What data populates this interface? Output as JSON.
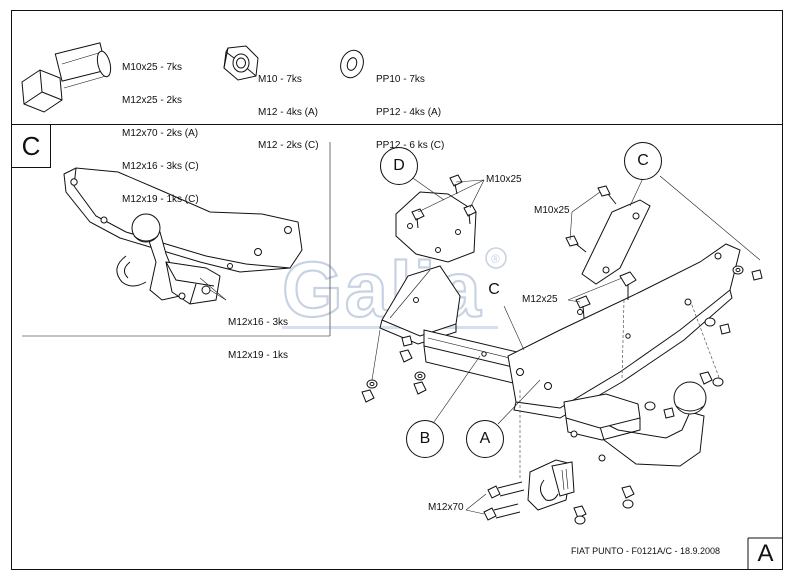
{
  "legend": {
    "bolt": [
      "M10x25 - 7ks",
      "M12x25 - 2ks",
      "M12x70 - 2ks (A)",
      "M12x16 - 3ks (C)",
      "M12x19 - 1ks (C)"
    ],
    "nut": [
      "M10 - 7ks",
      "M12 - 4ks (A)",
      "M12 - 2ks (C)"
    ],
    "washer": [
      "PP10 - 7ks",
      "PP12 - 4ks (A)",
      "PP12 - 6 ks (C)"
    ]
  },
  "inset": {
    "corner_letter": "C",
    "callout": [
      "M12x16 - 3ks",
      "M12x19 - 1ks"
    ]
  },
  "main": {
    "parts": {
      "A": "A",
      "B": "B",
      "C1": "C",
      "C2": "C",
      "D": "D"
    },
    "callouts": {
      "m10x25_top": "M10x25",
      "m10x25_side": "M10x25",
      "m12x25": "M12x25",
      "m12x70": "M12x70"
    },
    "watermark": "Galia",
    "watermark_mark": "®"
  },
  "title_block": {
    "text": "FIAT PUNTO - F0121A/C - 18.9.2008",
    "corner_letter": "A"
  }
}
